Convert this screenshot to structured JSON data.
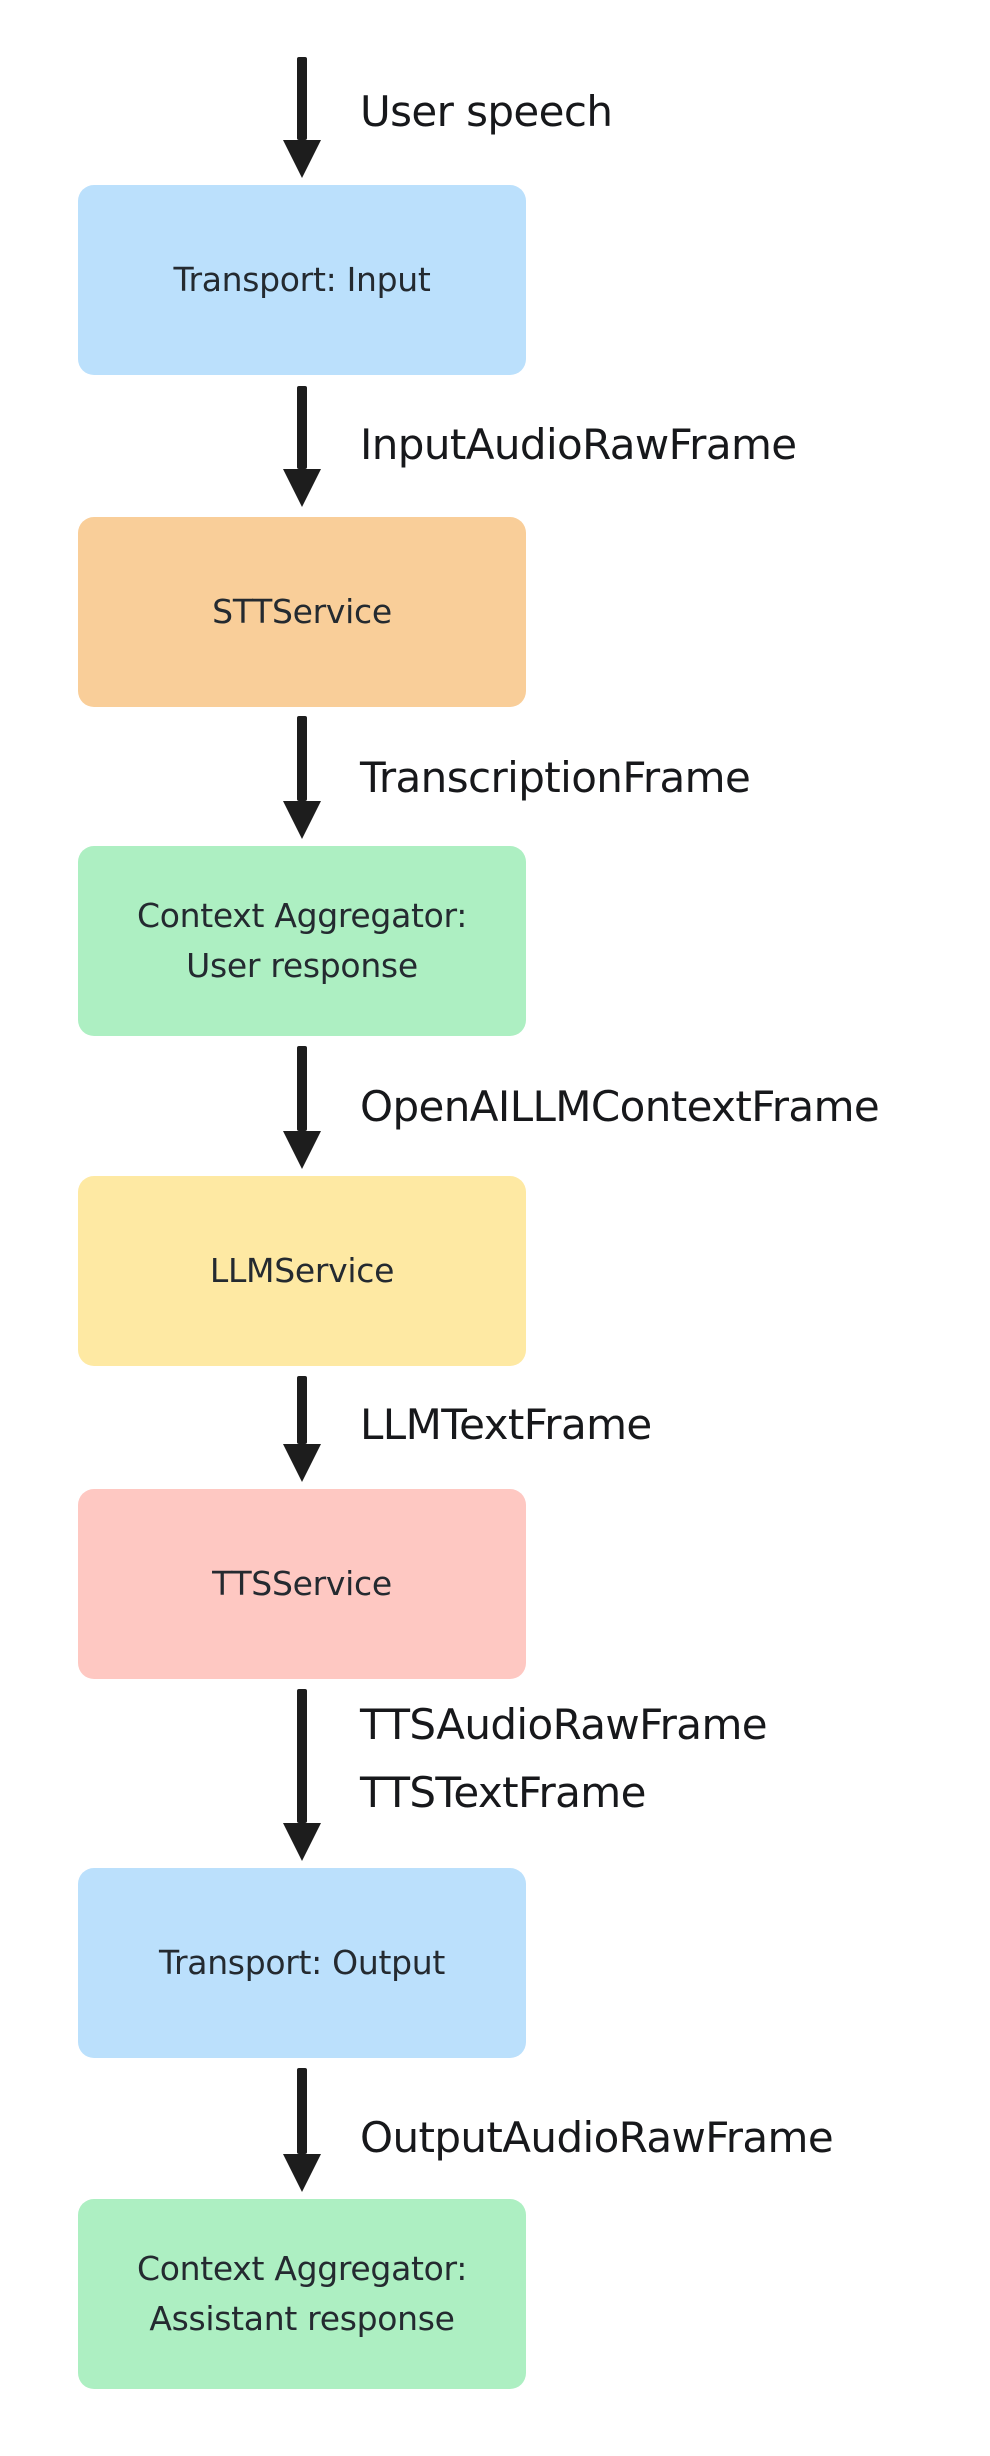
{
  "diagram": {
    "background": "#ffffff",
    "arrow_color": "#1d1d1d",
    "edge_label_color": "#17181b",
    "node_text_color": "#242a30",
    "node_colors": {
      "transport": "#bbe0fc",
      "stt": "#f9ce99",
      "context_aggregator": "#adefc2",
      "llm": "#fee9a3",
      "tts": "#fec8c2"
    },
    "nodes": [
      {
        "id": "transport-input",
        "fill": "#bbe0fc",
        "line1": "Transport: Input",
        "line2": ""
      },
      {
        "id": "stt-service",
        "fill": "#f9ce99",
        "line1": "STTService",
        "line2": ""
      },
      {
        "id": "context-aggregator-user",
        "fill": "#adefc2",
        "line1": "Context Aggregator:",
        "line2": "User response"
      },
      {
        "id": "llm-service",
        "fill": "#fee9a3",
        "line1": "LLMService",
        "line2": ""
      },
      {
        "id": "tts-service",
        "fill": "#fec8c2",
        "line1": "TTSService",
        "line2": ""
      },
      {
        "id": "transport-output",
        "fill": "#bbe0fc",
        "line1": "Transport: Output",
        "line2": ""
      },
      {
        "id": "context-aggregator-assistant",
        "fill": "#adefc2",
        "line1": "Context Aggregator:",
        "line2": "Assistant response"
      }
    ],
    "edges": [
      {
        "id": "user-speech",
        "line1": "User speech",
        "line2": ""
      },
      {
        "id": "input-audio-raw-frame",
        "line1": "InputAudioRawFrame",
        "line2": ""
      },
      {
        "id": "transcription-frame",
        "line1": "TranscriptionFrame",
        "line2": ""
      },
      {
        "id": "openai-llm-context-frame",
        "line1": "OpenAILLMContextFrame",
        "line2": ""
      },
      {
        "id": "llm-text-frame",
        "line1": "LLMTextFrame",
        "line2": ""
      },
      {
        "id": "tts-frames",
        "line1": "TTSAudioRawFrame",
        "line2": "TTSTextFrame"
      },
      {
        "id": "output-audio-raw-frame",
        "line1": "OutputAudioRawFrame",
        "line2": ""
      }
    ]
  }
}
